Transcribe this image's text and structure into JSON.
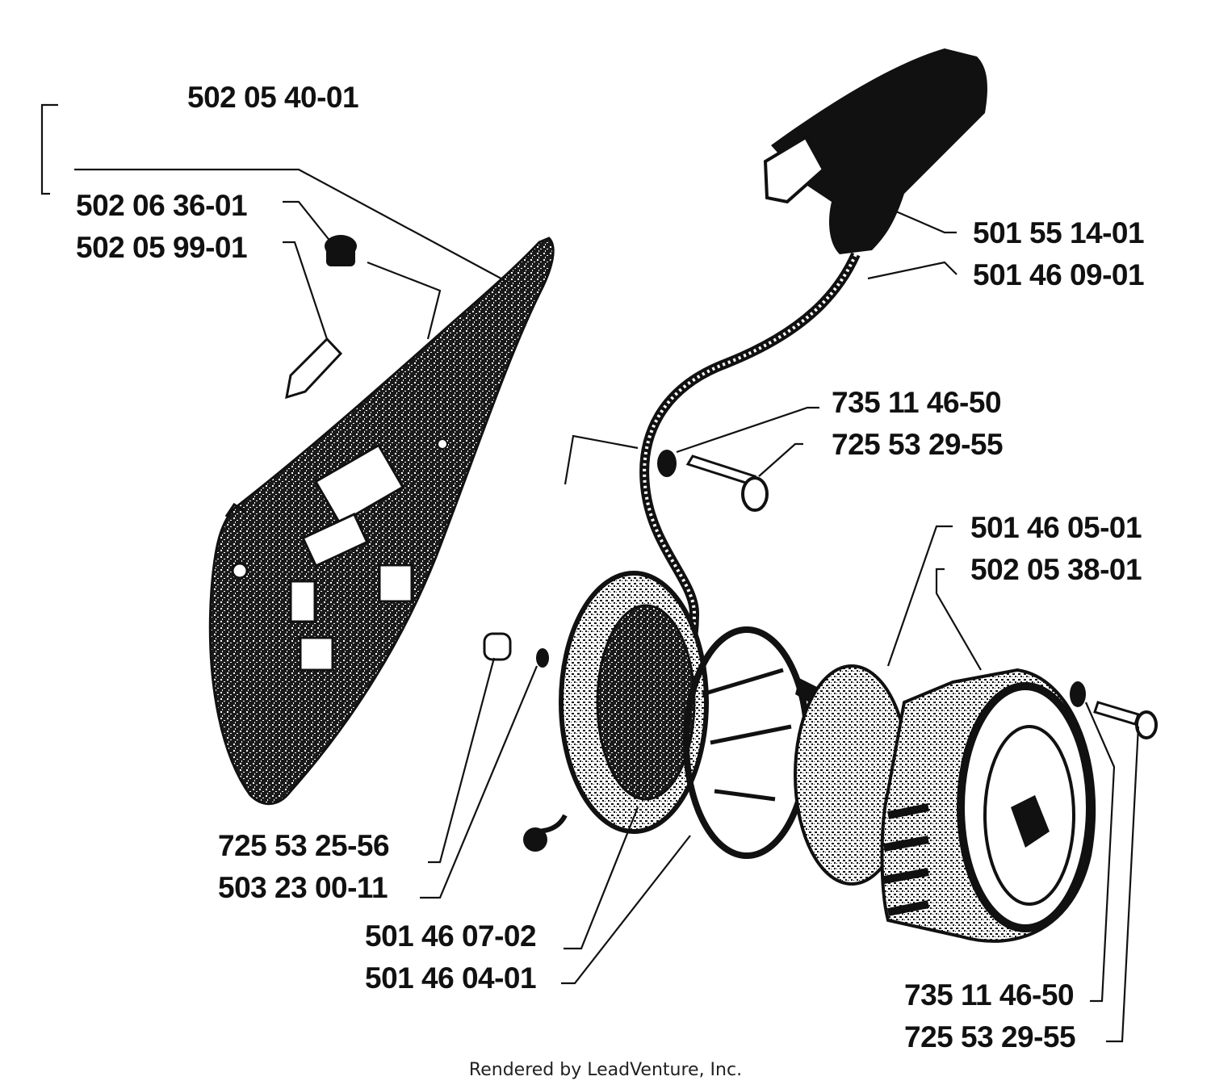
{
  "labels": {
    "assembly": "502 05 40-01",
    "plug_a": "502 06 36-01",
    "plug_b": "502 05 99-01",
    "handle": "501 55 14-01",
    "rope": "501 46 09-01",
    "washer_top": "735 11 46-50",
    "screw_top": "725 53 29-55",
    "spring": "501 46 05-01",
    "housing": "502 05 38-01",
    "screw_left": "725 53 25-56",
    "washer_left": "503 23 00-11",
    "pulley": "501 46 07-02",
    "pawl_plate": "501 46 04-01",
    "washer_bottom": "735 11 46-50",
    "screw_bottom": "725 53 29-55"
  },
  "footer": "Rendered by LeadVenture, Inc."
}
